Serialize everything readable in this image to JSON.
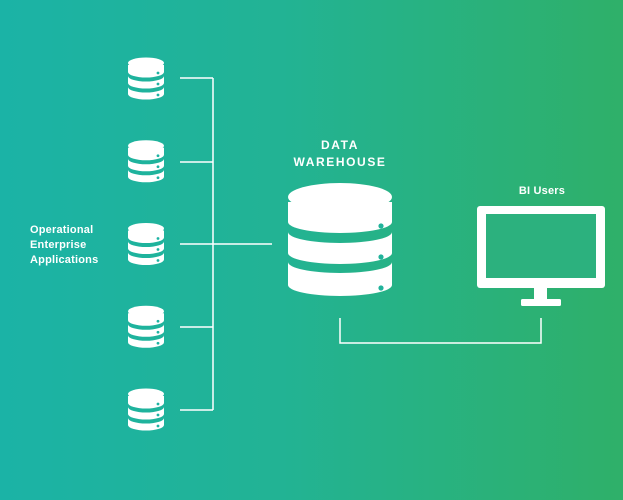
{
  "sources": {
    "label_lines": [
      "Operational",
      "Enterprise",
      "Applications"
    ],
    "items": [
      {
        "icon": "database-icon"
      },
      {
        "icon": "database-icon"
      },
      {
        "icon": "database-icon"
      },
      {
        "icon": "database-icon"
      },
      {
        "icon": "database-icon"
      }
    ]
  },
  "warehouse": {
    "label_lines": [
      "DATA",
      "WAREHOUSE"
    ],
    "icon": "database-icon"
  },
  "consumers": {
    "label": "BI Users",
    "icon": "monitor-icon"
  },
  "colors": {
    "background_start": "#1bb3a6",
    "background_end": "#2fb069",
    "foreground": "#ffffff"
  }
}
